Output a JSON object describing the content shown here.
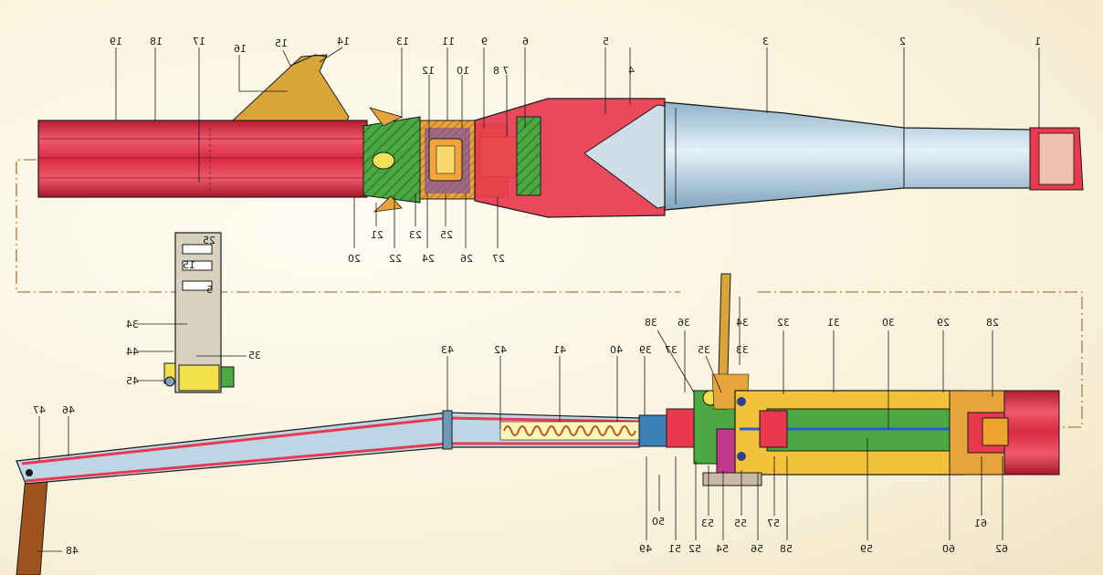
{
  "palette": {
    "paper": "#fbf6e4",
    "red": "#e8394f",
    "redDark": "#b81c32",
    "blue": "#bcd6e6",
    "blueDark": "#6f98b8",
    "green": "#4ca843",
    "yellow": "#f4e04a",
    "orange": "#e6a43a",
    "purple": "#7a4aa8",
    "brown": "#a0521d",
    "line": "#1a1a1a"
  },
  "figure": {
    "top_assembly": "grenade",
    "bottom_assembly": "launcher_tube",
    "inset": "sight_detail"
  },
  "labels": {
    "l1": "1",
    "l2": "2",
    "l3": "3",
    "l4": "4",
    "l5": "5",
    "l6": "6",
    "l7_8": "7 8",
    "l9": "9",
    "l10": "10",
    "l11": "11",
    "l12": "12",
    "l13": "13",
    "l14": "14",
    "l15": "15",
    "l16": "16",
    "l17": "17",
    "l18": "18",
    "l19": "19",
    "l20": "20",
    "l21": "21",
    "l22": "22",
    "l23": "23",
    "l24": "24",
    "l25": "25",
    "l26": "26",
    "l27": "27",
    "l28": "28",
    "l29": "29",
    "l30": "30",
    "l31": "31",
    "l32": "32",
    "l33": "33",
    "l34a": "34",
    "l34b": "34",
    "l35a": "35",
    "l35b": "35",
    "l36": "36",
    "l37": "37",
    "l38": "38",
    "l39": "39",
    "l40": "40",
    "l41": "41",
    "l42": "42",
    "l43": "43",
    "l44": "44",
    "l45": "45",
    "l46": "46",
    "l47": "47",
    "l48": "48",
    "l49": "49",
    "l50": "50",
    "l51": "51",
    "l52": "52",
    "l53": "53",
    "l54": "54",
    "l55": "55",
    "l56": "56",
    "l57": "57",
    "l58": "58",
    "l59": "59",
    "l60": "60",
    "l61": "61",
    "l62": "62",
    "i25": "25",
    "i15": "15",
    "i5": "5"
  }
}
